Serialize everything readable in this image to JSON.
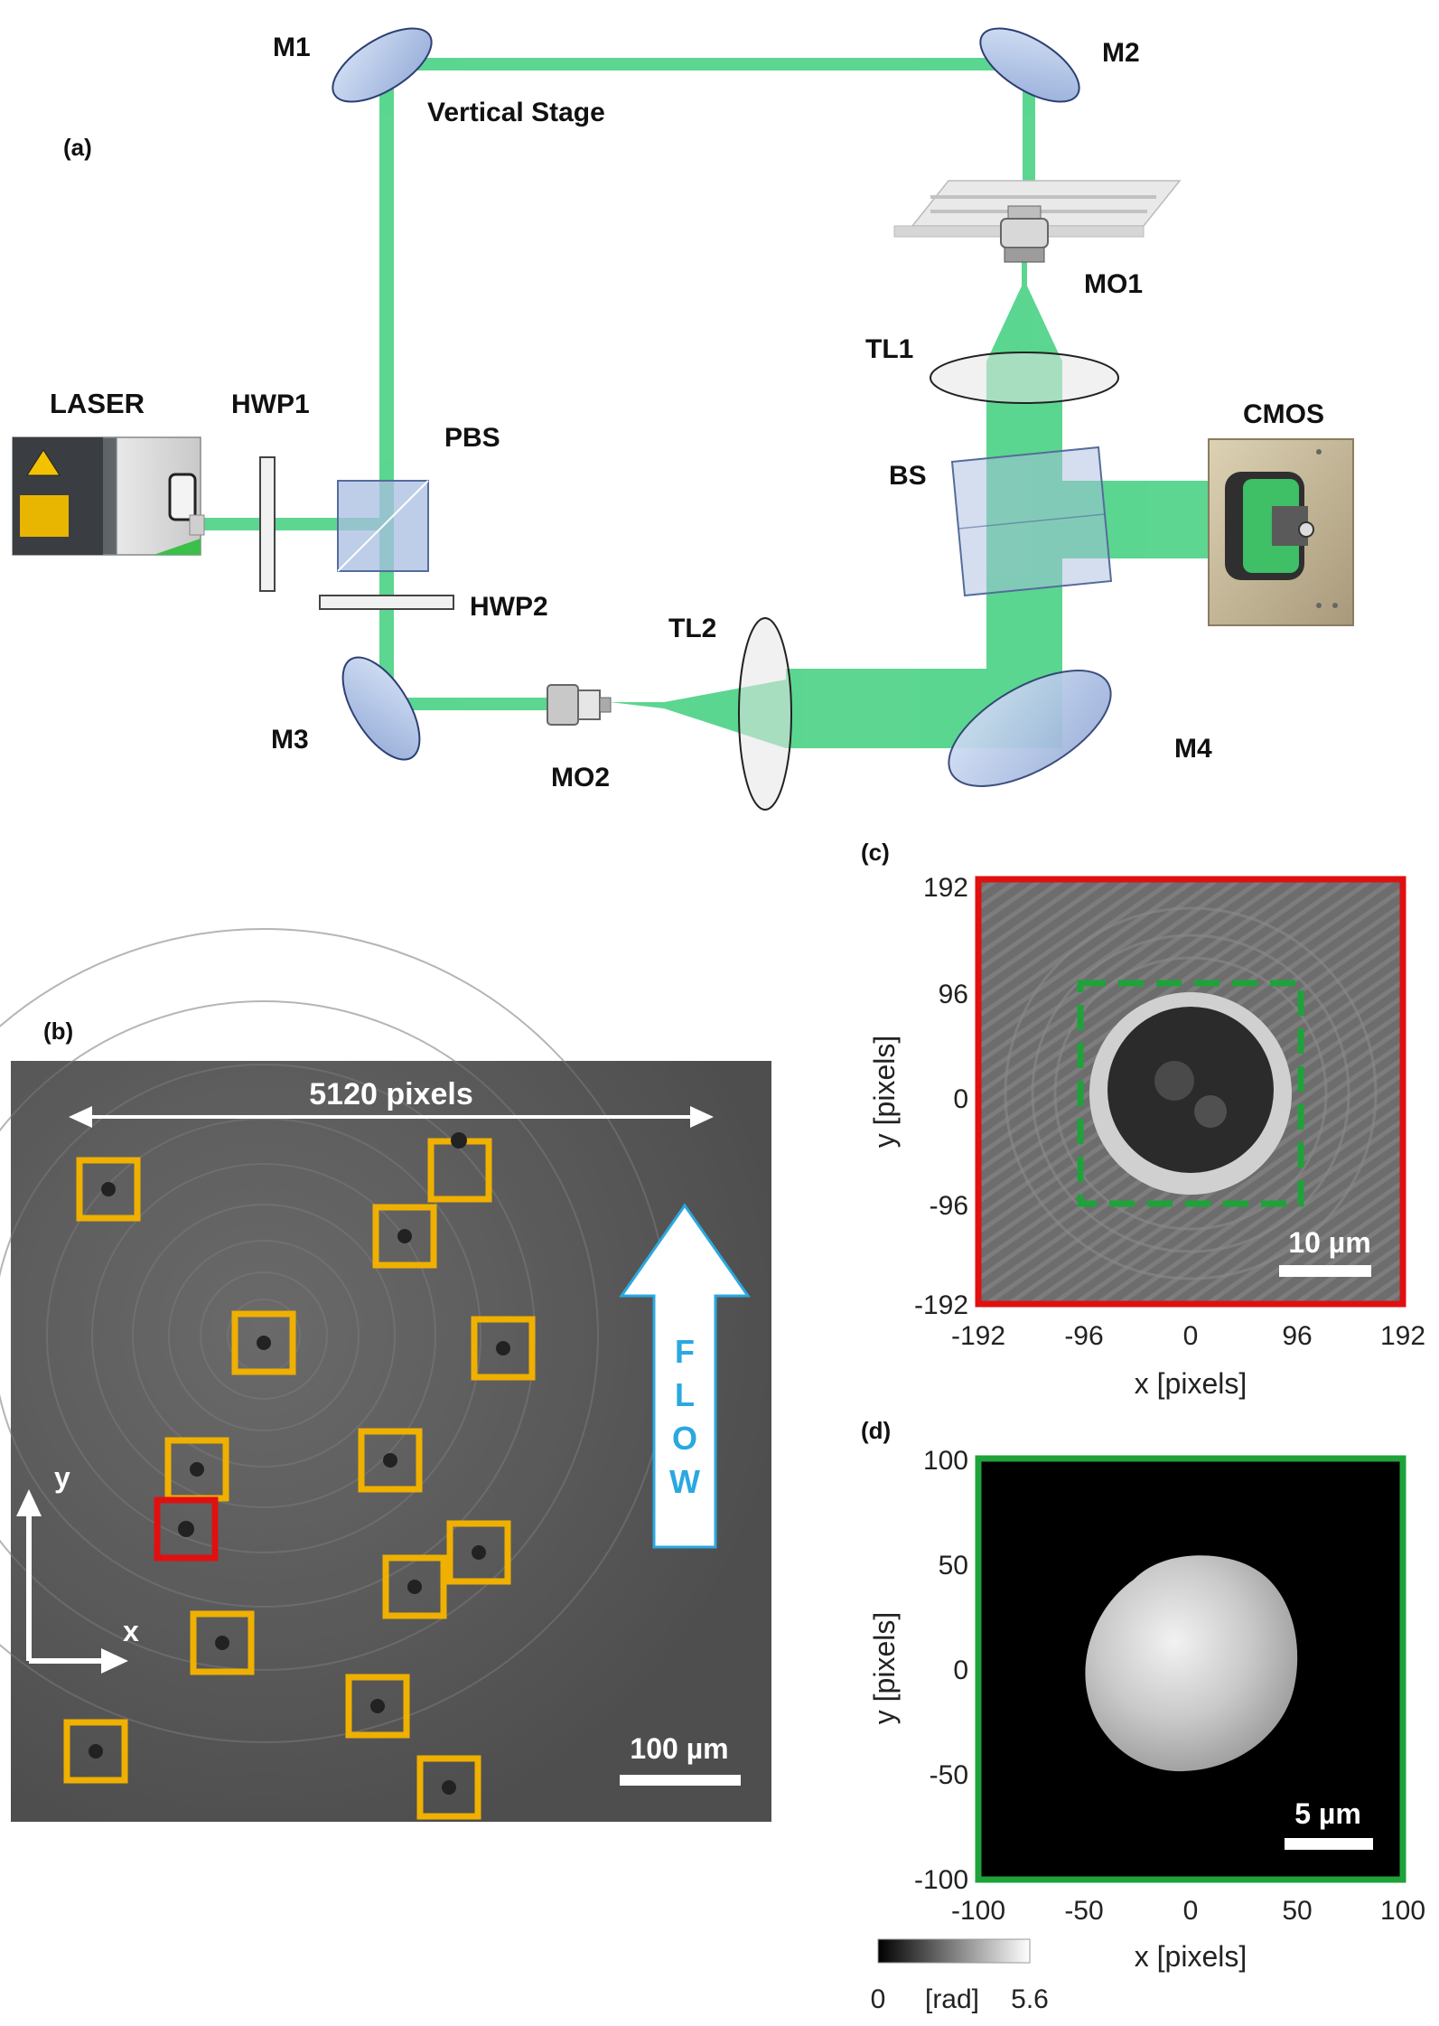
{
  "panel_a": {
    "label": "(a)",
    "components": {
      "laser": "LASER",
      "hwp1": "HWP1",
      "pbs": "PBS",
      "hwp2": "HWP2",
      "m1": "M1",
      "m2": "M2",
      "m3": "M3",
      "m4": "M4",
      "vertical_stage": "Vertical Stage",
      "mo1": "MO1",
      "mo2": "MO2",
      "tl1": "TL1",
      "tl2": "TL2",
      "bs": "BS",
      "cmos": "CMOS"
    }
  },
  "panel_b": {
    "label": "(b)",
    "width_label": "5120 pixels",
    "scale_bar": "100 µm",
    "flow_letters": [
      "F",
      "L",
      "O",
      "W"
    ],
    "axis_x": "x",
    "axis_y": "y"
  },
  "panel_c": {
    "label": "(c)",
    "scale_bar": "10 µm",
    "x_ticks": [
      "-192",
      "-96",
      "0",
      "96",
      "192"
    ],
    "y_ticks": [
      "192",
      "96",
      "0",
      "-96",
      "-192"
    ],
    "x_label": "x [pixels]",
    "y_label": "y [pixels]"
  },
  "panel_d": {
    "label": "(d)",
    "scale_bar": "5 µm",
    "x_ticks": [
      "-100",
      "-50",
      "0",
      "50",
      "100"
    ],
    "y_ticks": [
      "100",
      "50",
      "0",
      "-50",
      "-100"
    ],
    "x_label": "x [pixels]",
    "y_label": "y [pixels]",
    "colorbar_min": "0",
    "colorbar_unit": "[rad]",
    "colorbar_max": "5.6"
  },
  "colors": {
    "beam": "#3fcf7d",
    "optic": "#aabde0",
    "highlight_red": "#e01010",
    "highlight_gold": "#f0b000",
    "highlight_green": "#1fa23a",
    "flow": "#2aa8e0"
  }
}
